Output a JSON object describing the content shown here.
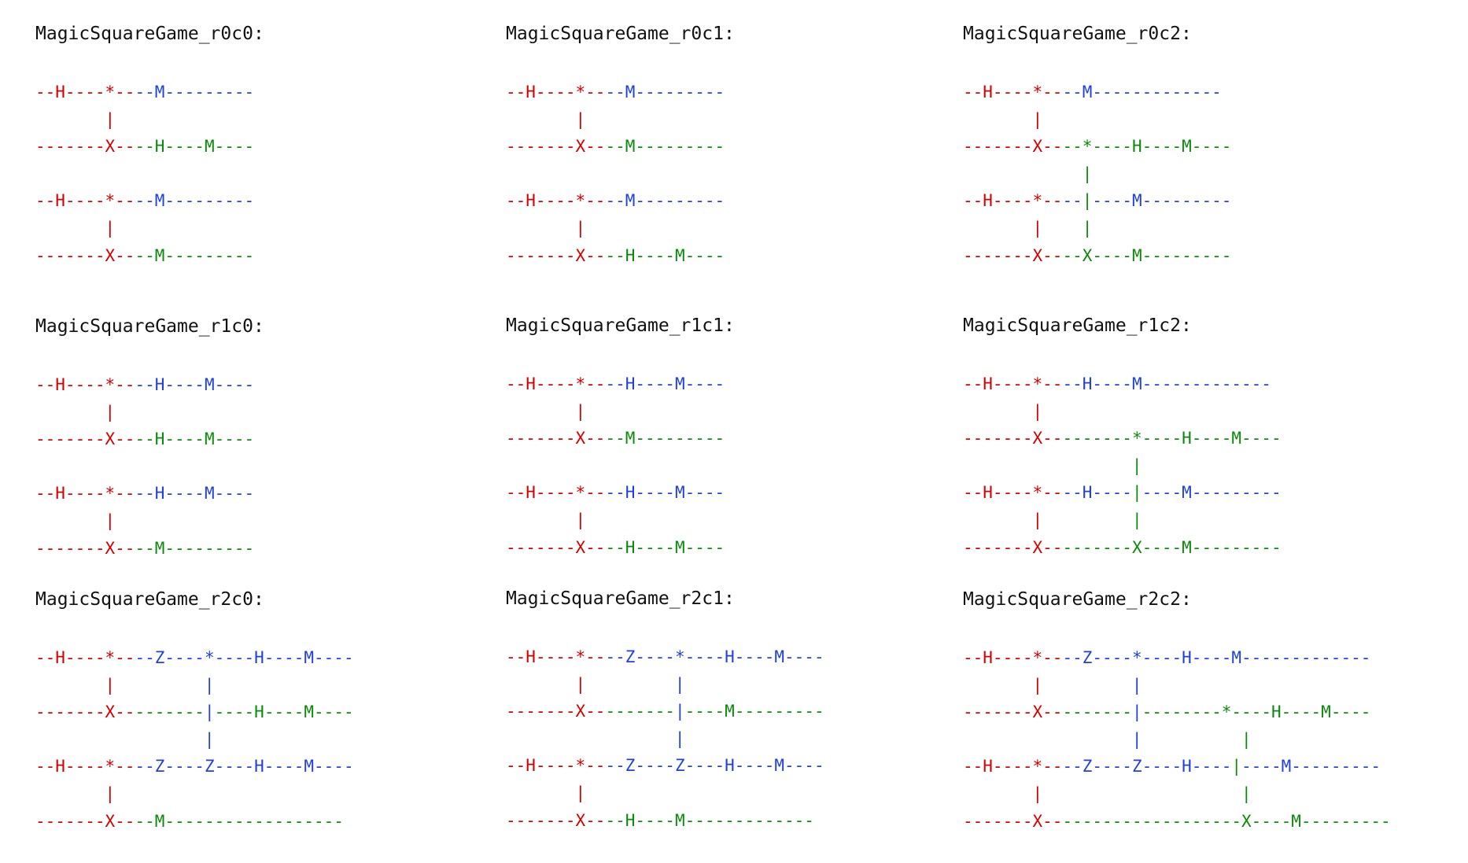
{
  "colors": {
    "r": "#d40000",
    "b": "#1f3fe0",
    "g": "#0a8a0a",
    "title": "#111111"
  },
  "panels": [
    {
      "id": "r0c0",
      "title": "MagicSquareGame_r0c0:",
      "lines": [
        [
          [
            "r",
            "--H----*--"
          ],
          [
            "b",
            "--M---------"
          ]
        ],
        [
          [
            "r",
            "       |"
          ]
        ],
        [
          [
            "r",
            "-------X--"
          ],
          [
            "g",
            "--H----M----"
          ]
        ],
        [],
        [
          [
            "r",
            "--H----*--"
          ],
          [
            "b",
            "--M---------"
          ]
        ],
        [
          [
            "r",
            "       |"
          ]
        ],
        [
          [
            "r",
            "-------X--"
          ],
          [
            "g",
            "--M---------"
          ]
        ]
      ]
    },
    {
      "id": "r0c1",
      "title": "MagicSquareGame_r0c1:",
      "lines": [
        [
          [
            "r",
            "--H----*--"
          ],
          [
            "b",
            "--M---------"
          ]
        ],
        [
          [
            "r",
            "       |"
          ]
        ],
        [
          [
            "r",
            "-------X--"
          ],
          [
            "g",
            "--M---------"
          ]
        ],
        [],
        [
          [
            "r",
            "--H----*--"
          ],
          [
            "b",
            "--M---------"
          ]
        ],
        [
          [
            "r",
            "       |"
          ]
        ],
        [
          [
            "r",
            "-------X--"
          ],
          [
            "g",
            "--H----M----"
          ]
        ]
      ]
    },
    {
      "id": "r0c2",
      "title": "MagicSquareGame_r0c2:",
      "lines": [
        [
          [
            "r",
            "--H----*--"
          ],
          [
            "b",
            "--M-------------"
          ]
        ],
        [
          [
            "r",
            "       |"
          ]
        ],
        [
          [
            "r",
            "-------X--"
          ],
          [
            "g",
            "--*----H----M----"
          ]
        ],
        [
          [
            "g",
            "            |"
          ]
        ],
        [
          [
            "r",
            "--H----*--"
          ],
          [
            "b",
            "--"
          ],
          [
            "g",
            "|"
          ],
          [
            "b",
            "----M---------"
          ]
        ],
        [
          [
            "r",
            "       |    "
          ],
          [
            "g",
            "|"
          ]
        ],
        [
          [
            "r",
            "-------X--"
          ],
          [
            "g",
            "--X----M---------"
          ]
        ]
      ]
    },
    {
      "id": "r1c0",
      "title": "MagicSquareGame_r1c0:",
      "lines": [
        [
          [
            "r",
            "--H----*--"
          ],
          [
            "b",
            "--H----M----"
          ]
        ],
        [
          [
            "r",
            "       |"
          ]
        ],
        [
          [
            "r",
            "-------X--"
          ],
          [
            "g",
            "--H----M----"
          ]
        ],
        [],
        [
          [
            "r",
            "--H----*--"
          ],
          [
            "b",
            "--H----M----"
          ]
        ],
        [
          [
            "r",
            "       |"
          ]
        ],
        [
          [
            "r",
            "-------X--"
          ],
          [
            "g",
            "--M---------"
          ]
        ]
      ]
    },
    {
      "id": "r1c1",
      "title": "MagicSquareGame_r1c1:",
      "lines": [
        [
          [
            "r",
            "--H----*--"
          ],
          [
            "b",
            "--H----M----"
          ]
        ],
        [
          [
            "r",
            "       |"
          ]
        ],
        [
          [
            "r",
            "-------X--"
          ],
          [
            "g",
            "--M---------"
          ]
        ],
        [],
        [
          [
            "r",
            "--H----*--"
          ],
          [
            "b",
            "--H----M----"
          ]
        ],
        [
          [
            "r",
            "       |"
          ]
        ],
        [
          [
            "r",
            "-------X--"
          ],
          [
            "g",
            "--H----M----"
          ]
        ]
      ]
    },
    {
      "id": "r1c2",
      "title": "MagicSquareGame_r1c2:",
      "lines": [
        [
          [
            "r",
            "--H----*--"
          ],
          [
            "b",
            "--H----M-------------"
          ]
        ],
        [
          [
            "r",
            "       |"
          ]
        ],
        [
          [
            "r",
            "-------X--"
          ],
          [
            "g",
            "-------*----H----M----"
          ]
        ],
        [
          [
            "g",
            "                 |"
          ]
        ],
        [
          [
            "r",
            "--H----*--"
          ],
          [
            "b",
            "--H----"
          ],
          [
            "g",
            "|"
          ],
          [
            "b",
            "----M---------"
          ]
        ],
        [
          [
            "r",
            "       |         "
          ],
          [
            "g",
            "|"
          ]
        ],
        [
          [
            "r",
            "-------X--"
          ],
          [
            "g",
            "-------X----M---------"
          ]
        ]
      ]
    },
    {
      "id": "r2c0",
      "title": "MagicSquareGame_r2c0:",
      "lines": [
        [
          [
            "r",
            "--H----*--"
          ],
          [
            "b",
            "--Z----*----H----M----"
          ]
        ],
        [
          [
            "r",
            "       |    "
          ],
          [
            "b",
            "     |"
          ]
        ],
        [
          [
            "r",
            "-------X--"
          ],
          [
            "g",
            "-------"
          ],
          [
            "b",
            "|"
          ],
          [
            "g",
            "----H----M----"
          ]
        ],
        [
          [
            "b",
            "                 |"
          ]
        ],
        [
          [
            "r",
            "--H----*--"
          ],
          [
            "b",
            "--Z----Z----H----M----"
          ]
        ],
        [
          [
            "r",
            "       |"
          ]
        ],
        [
          [
            "r",
            "-------X--"
          ],
          [
            "g",
            "--M------------------"
          ]
        ]
      ]
    },
    {
      "id": "r2c1",
      "title": "MagicSquareGame_r2c1:",
      "lines": [
        [
          [
            "r",
            "--H----*--"
          ],
          [
            "b",
            "--Z----*----H----M----"
          ]
        ],
        [
          [
            "r",
            "       |    "
          ],
          [
            "b",
            "     |"
          ]
        ],
        [
          [
            "r",
            "-------X--"
          ],
          [
            "g",
            "-------"
          ],
          [
            "b",
            "|"
          ],
          [
            "g",
            "----M---------"
          ]
        ],
        [
          [
            "b",
            "                 |"
          ]
        ],
        [
          [
            "r",
            "--H----*--"
          ],
          [
            "b",
            "--Z----Z----H----M----"
          ]
        ],
        [
          [
            "r",
            "       |"
          ]
        ],
        [
          [
            "r",
            "-------X--"
          ],
          [
            "g",
            "--H----M-------------"
          ]
        ]
      ]
    },
    {
      "id": "r2c2",
      "title": "MagicSquareGame_r2c2:",
      "lines": [
        [
          [
            "r",
            "--H----*--"
          ],
          [
            "b",
            "--Z----*----H----M-------------"
          ]
        ],
        [
          [
            "r",
            "       |    "
          ],
          [
            "b",
            "     |"
          ]
        ],
        [
          [
            "r",
            "-------X--"
          ],
          [
            "g",
            "-------"
          ],
          [
            "b",
            "|"
          ],
          [
            "g",
            "--------*----H----M----"
          ]
        ],
        [
          [
            "b",
            "                 |          "
          ],
          [
            "g",
            "|"
          ]
        ],
        [
          [
            "r",
            "--H----*--"
          ],
          [
            "b",
            "--Z----Z----H----"
          ],
          [
            "g",
            "|"
          ],
          [
            "b",
            "----M---------"
          ]
        ],
        [
          [
            "r",
            "       |                    "
          ],
          [
            "g",
            "|"
          ]
        ],
        [
          [
            "r",
            "-------X--"
          ],
          [
            "g",
            "------------------X----M---------"
          ]
        ]
      ]
    }
  ]
}
